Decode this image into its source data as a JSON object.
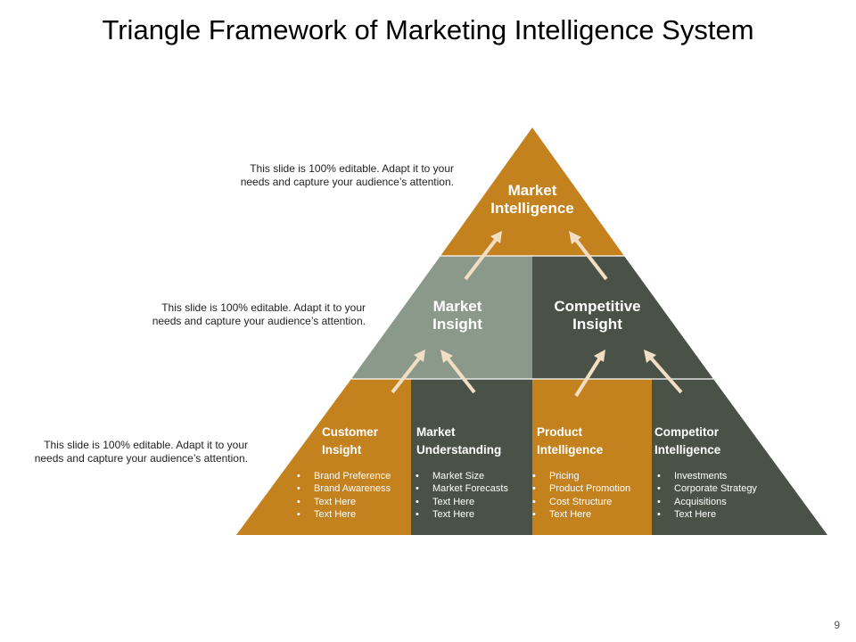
{
  "title": "Triangle Framework of Marketing Intelligence System",
  "notes": [
    "This slide is 100% editable. Adapt it to your needs and capture your audience’s attention.",
    "This slide is 100% editable. Adapt it to your needs and capture your audience’s attention.",
    "This slide is 100% editable. Adapt it to your needs and capture your audience’s attention."
  ],
  "colors": {
    "orange": "#C4821E",
    "gray_green": "#8B998A",
    "dark_green": "#4A5247",
    "arrow": "#F2DEC4"
  },
  "top": {
    "label": "Market Intelligence"
  },
  "middle": [
    {
      "label": "Market Insight"
    },
    {
      "label": "Competitive Insight"
    }
  ],
  "bottom": [
    {
      "label": "Customer Insight",
      "items": [
        "Brand Preference",
        "Brand Awareness",
        "Text Here",
        "Text Here"
      ]
    },
    {
      "label": "Market Understanding",
      "items": [
        "Market Size",
        "Market Forecasts",
        "Text Here",
        "Text Here"
      ]
    },
    {
      "label": "Product Intelligence",
      "items": [
        "Pricing",
        "Product Promotion",
        "Cost Structure",
        "Text Here"
      ]
    },
    {
      "label": "Competitor Intelligence",
      "items": [
        "Investments",
        "Corporate Strategy",
        "Acquisitions",
        "Text Here"
      ]
    }
  ],
  "page_number": "9"
}
